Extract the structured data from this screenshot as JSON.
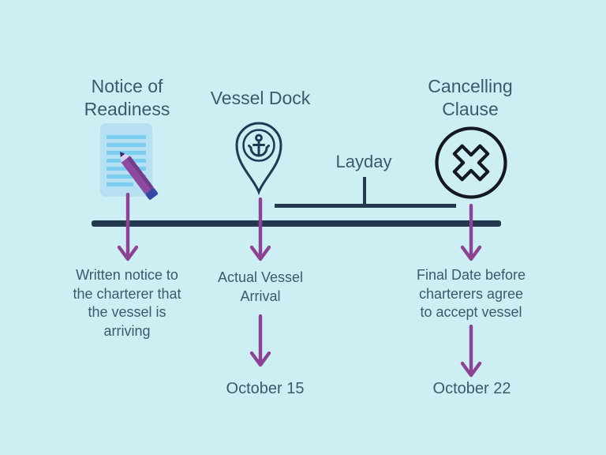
{
  "colors": {
    "background": "#cdeef2",
    "text": "#3a5a6e",
    "timeline": "#24394f",
    "arrow": "#8d4394",
    "pin_outline": "#1d3b53",
    "x_icon": "#14191f",
    "paper": "#b7e1f3",
    "paper_lines": "#7bcef0",
    "pencil_body": "#8d4a9e",
    "pencil_stripe": "#753c8c",
    "pencil_ferrule": "#3a46a3",
    "pencil_wood": "#d8d4f0",
    "pencil_tip": "#2c2a6e"
  },
  "nodes": {
    "notice": {
      "title": "Notice of\nReadiness",
      "icon": "document-pencil-icon",
      "description": "Written notice to\nthe charterer that\nthe vessel is\narriving"
    },
    "vessel": {
      "title": "Vessel Dock",
      "icon": "anchor-pin-icon",
      "description": "Actual Vessel\nArrival",
      "date": "October 15"
    },
    "cancelling": {
      "title": "Cancelling\nClause",
      "icon": "circle-x-icon",
      "description": "Final Date before\ncharterers agree\nto accept vessel",
      "date": "October 22"
    },
    "layday": {
      "label": "Layday"
    }
  }
}
